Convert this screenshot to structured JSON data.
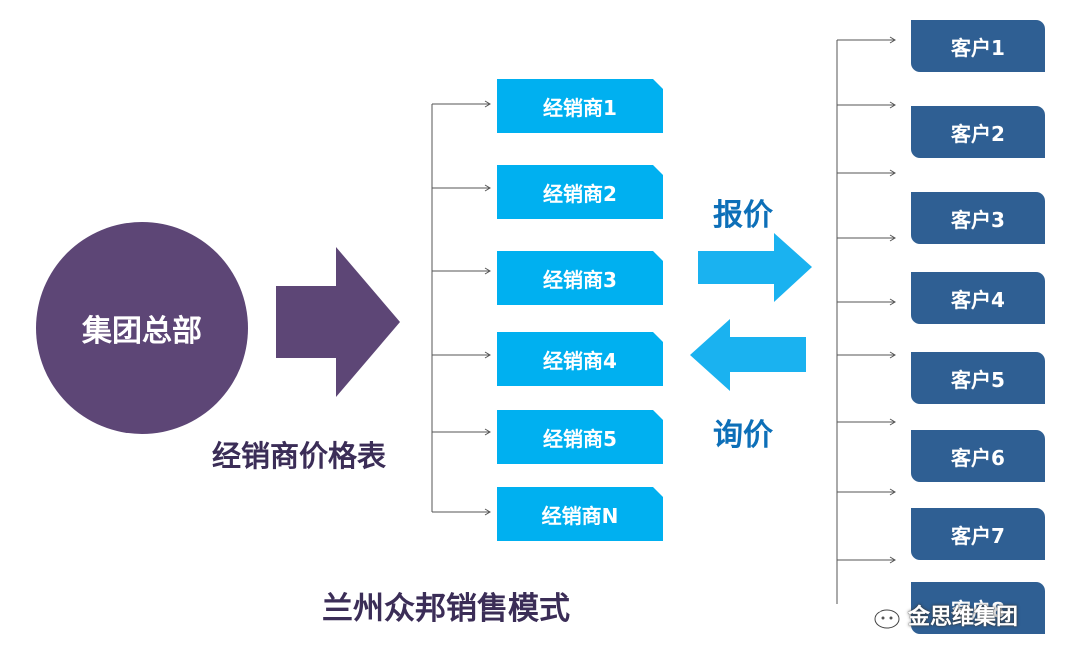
{
  "headquarters": "集团总部",
  "price_list_label": "经销商价格表",
  "model_title": "兰州众邦销售模式",
  "quote_label": "报价",
  "inquiry_label": "询价",
  "dealers": [
    "经销商1",
    "经销商2",
    "经销商3",
    "经销商4",
    "经销商5",
    "经销商N"
  ],
  "customers": [
    "客户1",
    "客户2",
    "客户3",
    "客户4",
    "客户5",
    "客户6",
    "客户7",
    "客户8"
  ],
  "watermark": {
    "text": "金思维集团",
    "icon": "wechat-icon"
  },
  "colors": {
    "headquarters": "#5d4676",
    "big_arrow": "#5d4676",
    "dealer_box": "#00b0f0",
    "customer_box": "#2f5f93",
    "exchange_arrows": "#1ab2f0",
    "blue_text": "#0d6fb8",
    "dark_text": "#3b2d57"
  }
}
